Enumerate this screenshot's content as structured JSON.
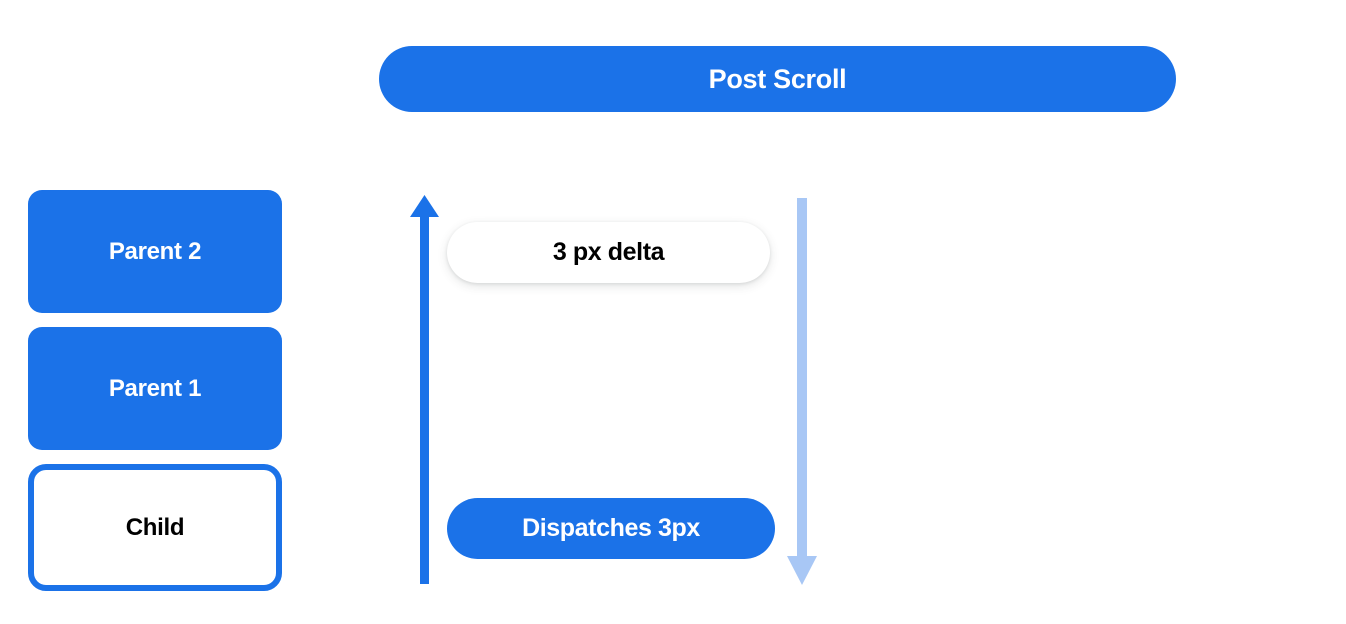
{
  "diagram": {
    "title": "Post Scroll",
    "header": {
      "label": "Post Scroll",
      "color": "#1b72e8"
    },
    "node_stack": [
      {
        "label": "Parent 2",
        "style": "filled",
        "fill": "#1b72e8",
        "text_color": "#ffffff"
      },
      {
        "label": "Parent 1",
        "style": "filled",
        "fill": "#1b72e8",
        "text_color": "#ffffff"
      },
      {
        "label": "Child",
        "style": "outlined",
        "fill": "#ffffff",
        "border_color": "#1b72e8",
        "text_color": "#000000"
      }
    ],
    "annotations": [
      {
        "label": "3 px delta",
        "style": "white-pill",
        "fill": "#ffffff",
        "text_color": "#000000"
      },
      {
        "label": "Dispatches 3px",
        "style": "blue-pill",
        "fill": "#1b72e8",
        "text_color": "#ffffff"
      }
    ],
    "arrows": [
      {
        "name": "up-arrow",
        "direction": "up",
        "color": "#1b72e8",
        "semantic": "scroll-up-arrow"
      },
      {
        "name": "down-arrow",
        "direction": "down",
        "color": "#a8c7f5",
        "semantic": "scroll-down-arrow"
      }
    ]
  }
}
